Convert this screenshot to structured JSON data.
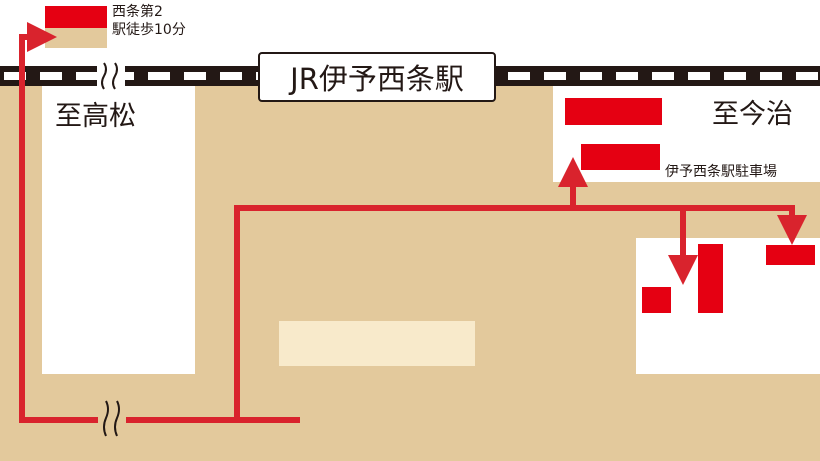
{
  "station": {
    "name": "JR伊予西条駅"
  },
  "directions": {
    "west": "至高松",
    "east": "至今治"
  },
  "parking": {
    "lot2_line1": "西条第2",
    "lot2_line2": "駅徒歩10分",
    "station_lot": "伊予西条駅駐車場"
  },
  "colors": {
    "ground": "#e3c99c",
    "building": "#ffffff",
    "lot_red": "#e50012",
    "route_red": "#d9232d",
    "rail_dark": "#231815",
    "plaza": "#f8eacb"
  },
  "icons": {
    "break_mark": "wavy-break-icon",
    "arrow": "arrow-head-icon"
  }
}
